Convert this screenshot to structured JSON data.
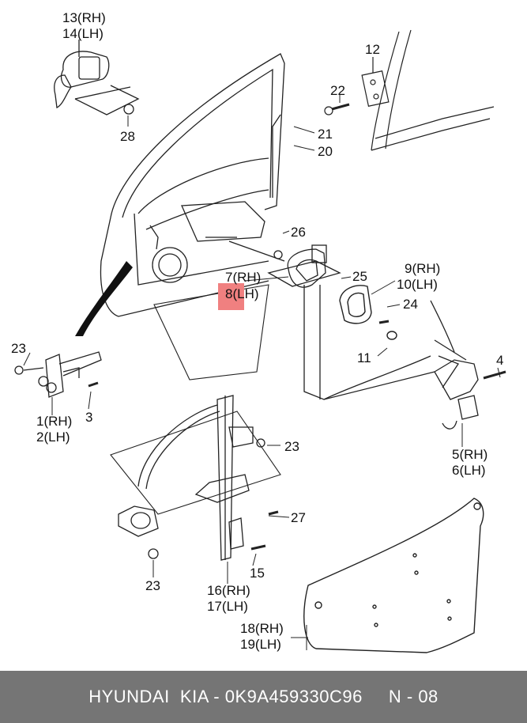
{
  "callouts": {
    "p13": "13(RH)",
    "p14": "14(LH)",
    "p28": "28",
    "p12": "12",
    "p22": "22",
    "p21": "21",
    "p20": "20",
    "p26": "26",
    "p7": "7(RH)",
    "p8": "8(LH)",
    "p25": "25",
    "p9": "9(RH)",
    "p10": "10(LH)",
    "p24": "24",
    "p11": "11",
    "p4": "4",
    "p5": "5(RH)",
    "p6": "6(LH)",
    "p23a": "23",
    "p1": "1(RH)",
    "p2": "2(LH)",
    "p3": "3",
    "p23b": "23",
    "p27": "27",
    "p15": "15",
    "p23c": "23",
    "p16": "16(RH)",
    "p17": "17(LH)",
    "p18": "18(RH)",
    "p19": "19(LH)"
  },
  "highlight_color": "#f08080",
  "footer": {
    "brand": "HYUNDAI  KIA - 0K9A459330C96",
    "page": "N - 08"
  }
}
